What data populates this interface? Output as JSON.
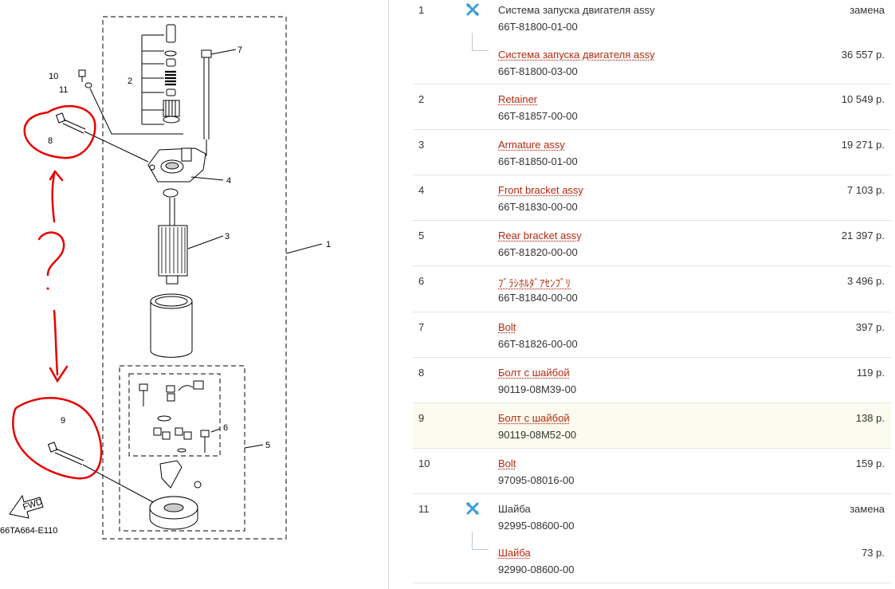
{
  "diagram": {
    "labels": {
      "n1": "1",
      "n2": "2",
      "n3": "3",
      "n4": "4",
      "n5": "5",
      "n6": "6",
      "n7": "7",
      "n8": "8",
      "n9": "9",
      "n10": "10",
      "n11": "11"
    },
    "code": "66TA664-E110",
    "fwd": "FWD",
    "annotation": "?"
  },
  "parts": [
    {
      "num": "1",
      "name": "Система запуска двигателя assy",
      "code": "66T-81800-01-00",
      "price": "замена",
      "link": false,
      "icon": "exchange-icon"
    },
    {
      "num": "",
      "name": "Система запуска двигателя assy",
      "code": "66T-81800-03-00",
      "price": "36 557 р.",
      "link": true,
      "sub": true
    },
    {
      "num": "2",
      "name": "Retainer",
      "code": "66T-81857-00-00",
      "price": "10 549 р.",
      "link": true
    },
    {
      "num": "3",
      "name": "Armature assy",
      "code": "66T-81850-01-00",
      "price": "19 271 р.",
      "link": true
    },
    {
      "num": "4",
      "name": "Front bracket assy",
      "code": "66T-81830-00-00",
      "price": "7 103 р.",
      "link": true
    },
    {
      "num": "5",
      "name": "Rear bracket assy",
      "code": "66T-81820-00-00",
      "price": "21 397 р.",
      "link": true
    },
    {
      "num": "6",
      "name": "ﾌﾞﾗｼﾎﾙﾀﾞｱｾﾝﾌﾞﾘ",
      "code": "66T-81840-00-00",
      "price": "3 496 р.",
      "link": true
    },
    {
      "num": "7",
      "name": "Bolt",
      "code": "66T-81826-00-00",
      "price": "397 р.",
      "link": true
    },
    {
      "num": "8",
      "name": "Болт с шайбой",
      "code": "90119-08M39-00",
      "price": "119 р.",
      "link": true
    },
    {
      "num": "9",
      "name": "Болт с шайбой",
      "code": "90119-08M52-00",
      "price": "138 р.",
      "link": true,
      "highlight": true
    },
    {
      "num": "10",
      "name": "Bolt",
      "code": "97095-08016-00",
      "price": "159 р.",
      "link": true
    },
    {
      "num": "11",
      "name": "Шайба",
      "code": "92995-08600-00",
      "price": "замена",
      "link": false,
      "icon": "exchange-icon"
    },
    {
      "num": "",
      "name": "Шайба",
      "code": "92990-08600-00",
      "price": "73 р.",
      "link": true,
      "sub": true
    }
  ],
  "colors": {
    "link": "#b22a10",
    "annotation": "#e60000",
    "icon": "#3a9fdb"
  }
}
